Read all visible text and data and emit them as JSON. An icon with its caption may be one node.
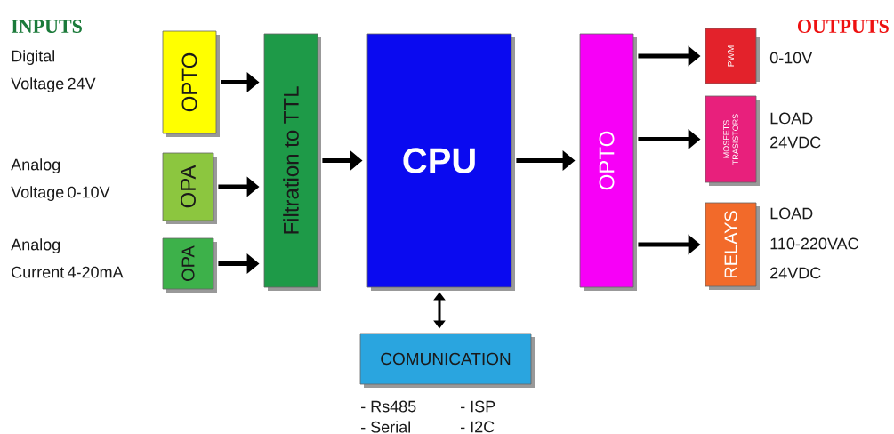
{
  "diagram": {
    "nodes": [
      {
        "text": [
          "OPTO"
        ]
      },
      {
        "text": [
          "OPA"
        ]
      },
      {
        "text": [
          "OPA"
        ]
      },
      {
        "text": [
          "Filtration to TTL"
        ]
      },
      {
        "text": [
          "CPU"
        ]
      },
      {
        "text": [
          "OPTO"
        ]
      },
      {
        "text": [
          "PWM"
        ],
        "beside": [
          "0-10V"
        ]
      },
      {
        "text": [
          "MOSFETS TRASISTORS"
        ],
        "beside": [
          "LOAD",
          "24VDC"
        ]
      },
      {
        "text": [
          "RELAYS"
        ],
        "beside": [
          "LOAD",
          "110-220VAC",
          "24VDC"
        ]
      },
      {
        "text": [
          "COMUNICATION"
        ],
        "beside": [
          "- Rs485",
          "- Serial",
          "- ISP",
          "- I2C"
        ]
      }
    ],
    "edges": [
      {
        "from": 0,
        "to": 3,
        "arrow": "to"
      },
      {
        "from": 1,
        "to": 3,
        "arrow": "to"
      },
      {
        "from": 2,
        "to": 3,
        "arrow": "to"
      },
      {
        "from": 3,
        "to": 4,
        "arrow": "to"
      },
      {
        "from": 4,
        "to": 5,
        "arrow": "to"
      },
      {
        "from": 5,
        "to": 6,
        "arrow": "to"
      },
      {
        "from": 5,
        "to": 7,
        "arrow": "to"
      },
      {
        "from": 5,
        "to": 8,
        "arrow": "to"
      },
      {
        "from": 4,
        "to": 9,
        "arrow": "both"
      }
    ],
    "labels": [
      "INPUTS",
      "OUTPUTS",
      "Digital Voltage 24V",
      "Analog Voltage 0-10V",
      "Analog Current 4-20mA"
    ]
  }
}
